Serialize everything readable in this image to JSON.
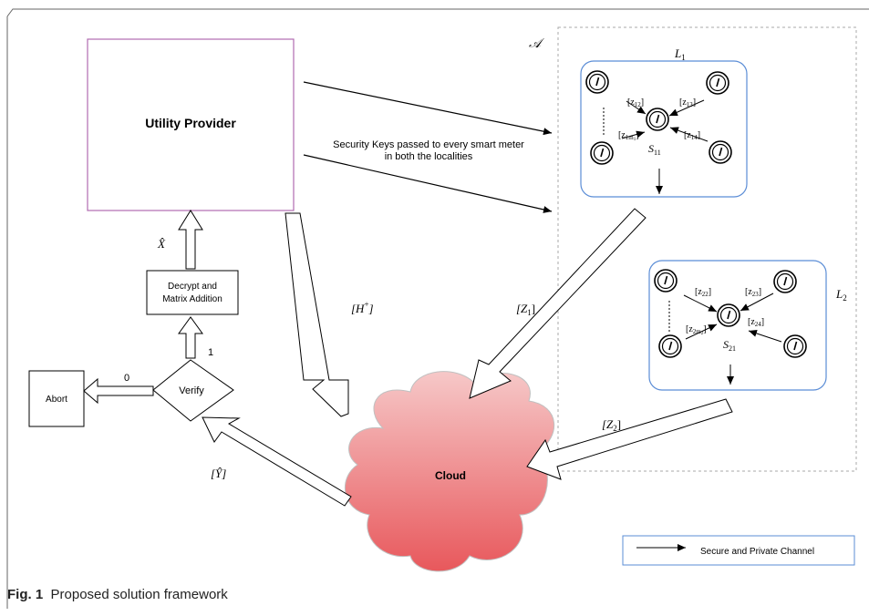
{
  "utility_provider": {
    "label": "Utility Provider"
  },
  "security_note": {
    "line1": "Security Keys passed to every smart meter",
    "line2": "in both the localities"
  },
  "region_label": "𝒜",
  "locality1": {
    "label": "L",
    "label_sub": "1",
    "aggregator": "S",
    "aggregator_sub": "11",
    "shares": [
      {
        "text": "[z",
        "sub": "12",
        "tail": "]"
      },
      {
        "text": "[z",
        "sub": "13",
        "tail": "]"
      },
      {
        "text": "[z",
        "sub": "1m",
        "sub2": "1",
        "tail": "]"
      },
      {
        "text": "[z",
        "sub": "14",
        "tail": "]"
      }
    ]
  },
  "locality2": {
    "label": "L",
    "label_sub": "2",
    "aggregator": "S",
    "aggregator_sub": "21",
    "shares": [
      {
        "text": "[z",
        "sub": "22",
        "tail": "]"
      },
      {
        "text": "[z",
        "sub": "23",
        "tail": "]"
      },
      {
        "text": "[z",
        "sub": "2m",
        "sub2": "2",
        "tail": "]"
      },
      {
        "text": "[z",
        "sub": "24",
        "tail": "]"
      }
    ]
  },
  "cloud": {
    "label": "Cloud"
  },
  "edges": {
    "z1": {
      "text": "[Z",
      "sub": "1",
      "tail": "]"
    },
    "z2": {
      "text": "[Z",
      "sub": "2",
      "tail": "]"
    },
    "h_plus": {
      "text": "[H",
      "sup": "+",
      "tail": "]"
    },
    "y_hat": {
      "text": "[Ŷ]"
    },
    "x_hat": {
      "text": "X̂"
    },
    "verify_yes": "1",
    "verify_no": "0"
  },
  "decrypt": {
    "line1": "Decrypt and",
    "line2": "Matrix Addition"
  },
  "verify": {
    "label": "Verify"
  },
  "abort": {
    "label": "Abort"
  },
  "legend": {
    "label": "Secure and Private Channel"
  },
  "caption": {
    "fig": "Fig. 1",
    "text": "Proposed solution framework"
  }
}
